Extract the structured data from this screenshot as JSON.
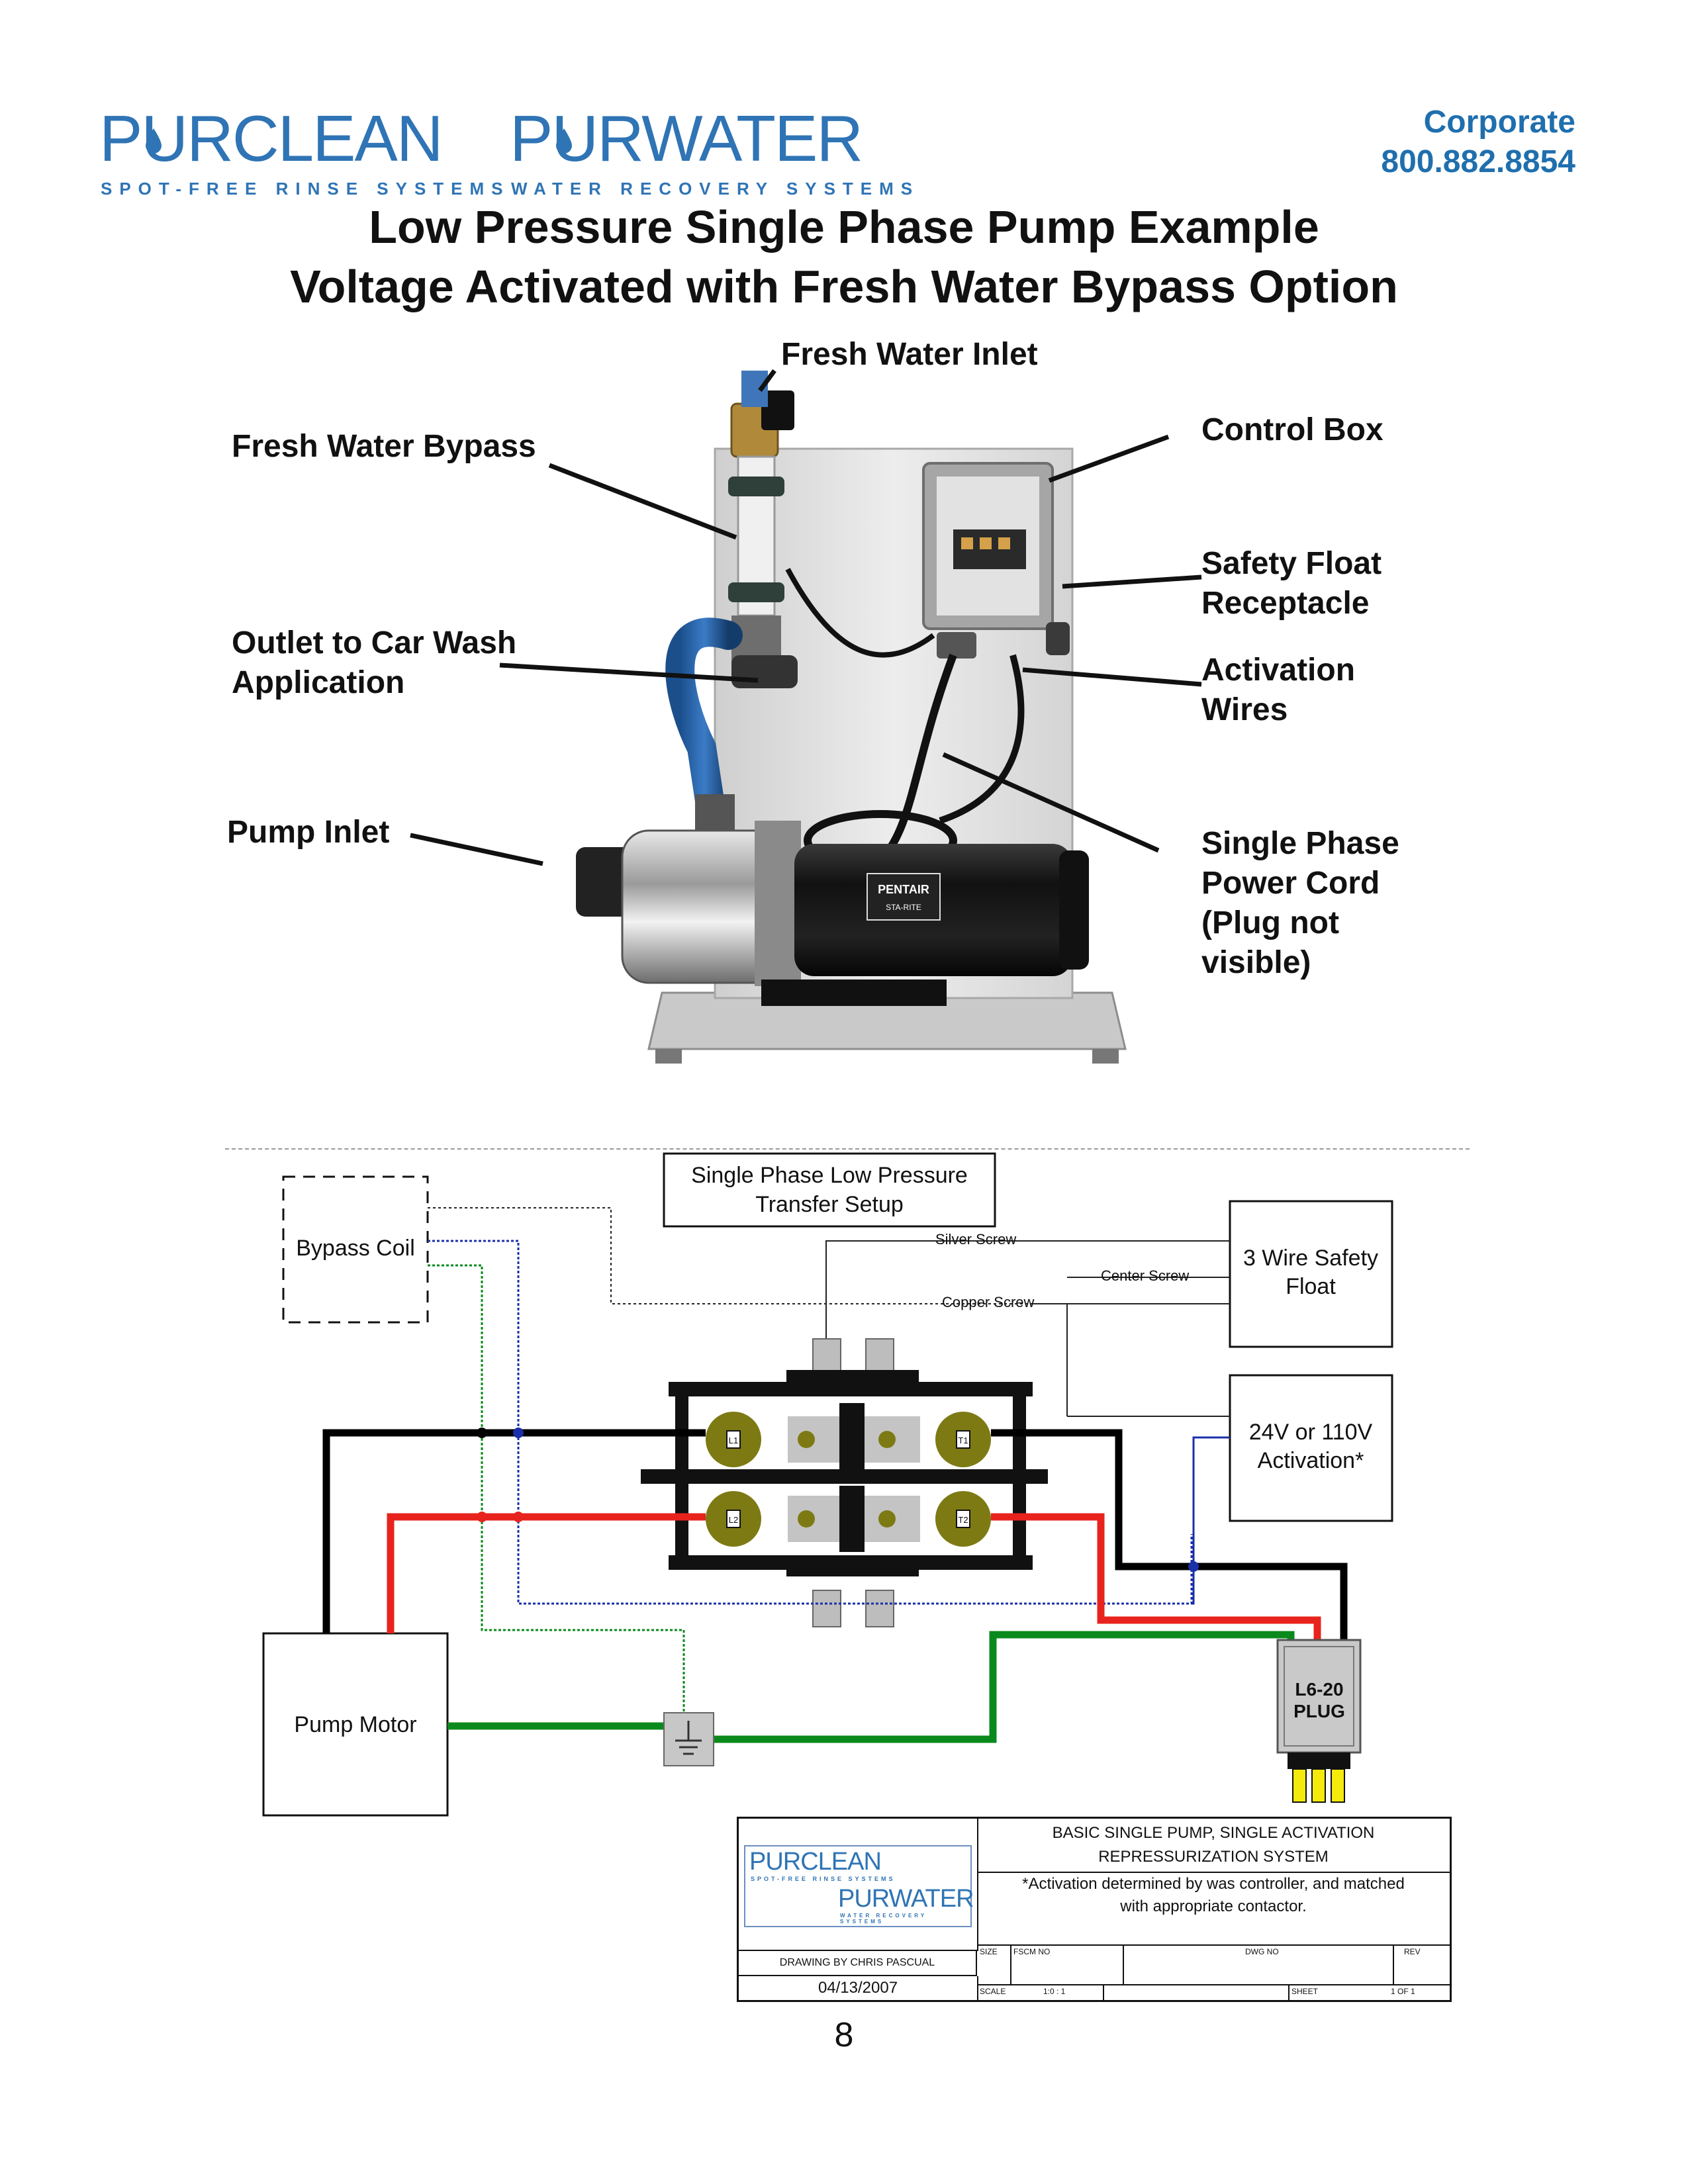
{
  "header": {
    "logo1": {
      "word": "PURCLEAN",
      "tagline": "SPOT-FREE RINSE SYSTEMS"
    },
    "logo2": {
      "word": "PURWATER",
      "tagline": "WATER RECOVERY SYSTEMS"
    },
    "corporate_label": "Corporate",
    "corporate_phone": "800.882.8854"
  },
  "title": {
    "line1": "Low Pressure Single Phase Pump Example",
    "line2": "Voltage Activated with Fresh Water Bypass Option"
  },
  "photo": {
    "callouts": {
      "fresh_water_inlet": "Fresh Water Inlet",
      "fresh_water_bypass": "Fresh Water Bypass",
      "control_box": "Control Box",
      "safety_float_1": "Safety Float",
      "safety_float_2": "Receptacle",
      "outlet_1": "Outlet to Car Wash",
      "outlet_2": "Application",
      "activation_1": "Activation",
      "activation_2": "Wires",
      "pump_inlet": "Pump Inlet",
      "power_1": "Single Phase",
      "power_2": "Power Cord",
      "power_3": "(Plug not",
      "power_4": "visible)"
    },
    "motor_brand": "PENTAIR",
    "motor_sub": "STA-RITE"
  },
  "diagram": {
    "setup_title_1": "Single Phase Low Pressure",
    "setup_title_2": "Transfer Setup",
    "bypass_coil": "Bypass Coil",
    "safety_float_1": "3 Wire Safety",
    "safety_float_2": "Float",
    "activation_1": "24V or 110V",
    "activation_2": "Activation*",
    "pump_motor": "Pump Motor",
    "plug_1": "L6-20",
    "plug_2": "PLUG",
    "silver_screw": "Silver Screw",
    "center_screw": "Center Screw",
    "copper_screw": "Copper Screw",
    "terminal_l1": "L1",
    "terminal_t1": "T1",
    "terminal_l2": "L2",
    "terminal_t2": "T2",
    "colors": {
      "black": "#000000",
      "red": "#e8231d",
      "green": "#0a8a1c",
      "blue": "#1a2fa8",
      "terminal": "#7d7a14"
    }
  },
  "title_block": {
    "logo1": "PURCLEAN",
    "logo1_tag": "SPOT-FREE RINSE SYSTEMS",
    "logo2": "PURWATER",
    "logo2_tag": "WATER RECOVERY SYSTEMS",
    "system_1": "BASIC SINGLE PUMP, SINGLE ACTIVATION",
    "system_2": "REPRESSURIZATION SYSTEM",
    "note_1": "*Activation determined by was controller, and matched",
    "note_2": "with appropriate contactor.",
    "drawn_by": "DRAWING BY CHRIS PASCUAL",
    "date": "04/13/2007",
    "size_label": "SIZE",
    "fscm_label": "FSCM NO",
    "dwg_label": "DWG NO",
    "rev_label": "REV",
    "scale_label": "SCALE",
    "scale_value": "1:0 : 1",
    "sheet_label": "SHEET",
    "sheet_value": "1 OF 1"
  },
  "page_number": "8"
}
